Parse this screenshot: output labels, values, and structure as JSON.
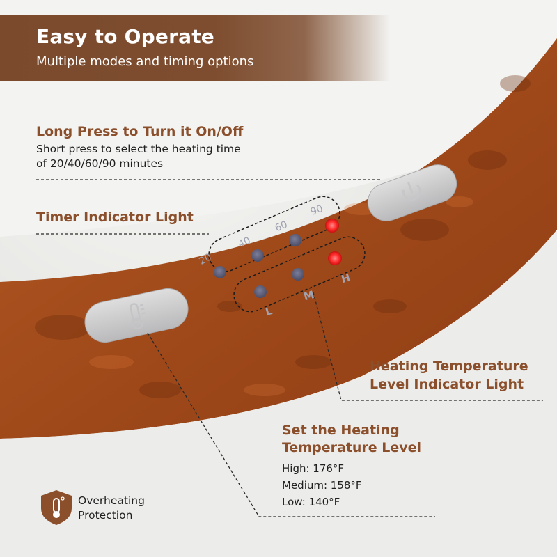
{
  "banner": {
    "title": "Easy to Operate",
    "subtitle": "Multiple modes and timing options"
  },
  "power": {
    "heading": "Long Press to Turn it On/Off",
    "desc_line1": "Short press to select the heating time",
    "desc_line2": "of 20/40/60/90 minutes"
  },
  "timer": {
    "heading": "Timer Indicator Light",
    "labels": [
      "20",
      "40",
      "60",
      "90"
    ]
  },
  "temp_indicator": {
    "heading_line1": "Heating Temperature",
    "heading_line2": "Level Indicator Light",
    "labels": [
      "L",
      "M",
      "H"
    ]
  },
  "temp_level": {
    "heading_line1": "Set the Heating",
    "heading_line2": "Temperature Level",
    "specs": [
      "High: 176°F",
      "Medium: 158°F",
      "Low: 140°F"
    ]
  },
  "badge": {
    "line1": "Overheating",
    "line2": "Protection"
  },
  "colors": {
    "accent": "#8b4f2c",
    "banner": "#7b4a2c",
    "wood": "#a8521f",
    "led_on": "#ff3b3b",
    "led_off": "#5e5f7a"
  },
  "icons": {
    "power_button": "power-icon",
    "temp_button": "thermometer-icon",
    "badge": "shield-thermometer-icon"
  }
}
